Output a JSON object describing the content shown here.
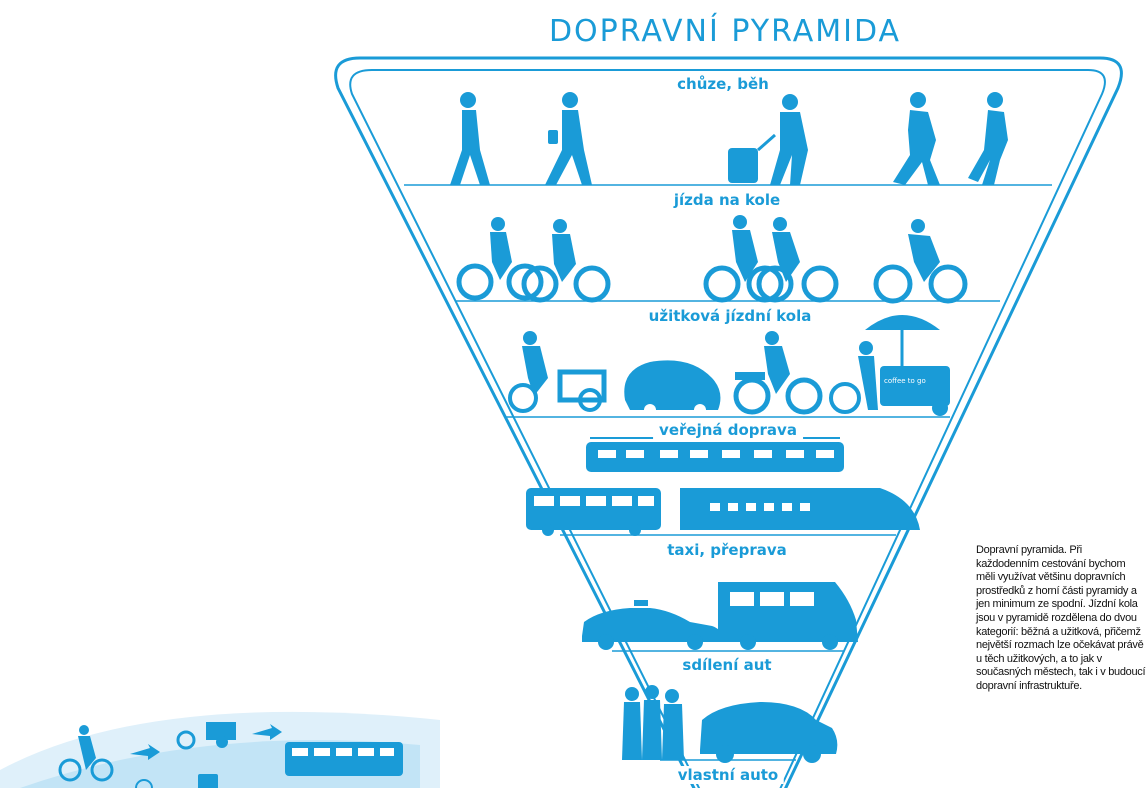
{
  "title": "DOPRAVNÍ PYRAMIDA",
  "accent_color": "#1a9bd7",
  "tiers": [
    {
      "label": "chůze, běh",
      "icons": [
        "walking-person-icon",
        "walking-person-with-bag-icon",
        "person-with-suitcase-icon",
        "running-man-icon",
        "running-woman-icon"
      ]
    },
    {
      "label": "jízda na kole",
      "icons": [
        "cyclist-icon",
        "cyclist-icon",
        "cyclist-icon",
        "cyclist-icon",
        "cyclist-icon"
      ]
    },
    {
      "label": "užitková jízdní kola",
      "icons": [
        "cargo-bike-icon",
        "velomobile-icon",
        "utility-bike-icon",
        "coffee-bike-cart-icon"
      ]
    },
    {
      "label": "veřejná doprava",
      "icons": [
        "tram-icon",
        "bus-icon",
        "train-icon"
      ],
      "sticker_text": "coffee to go"
    },
    {
      "label": "taxi, přeprava",
      "icons": [
        "taxi-car-icon",
        "van-icon"
      ]
    },
    {
      "label": "sdílení aut",
      "icons": [
        "people-group-icon",
        "shared-car-icon"
      ]
    },
    {
      "label": "vlastní auto",
      "icons": []
    }
  ],
  "caption": "Dopravní pyramida. Při každodenním cestování bychom měli využívat většinu dopravních prostředků z horní části pyramidy a jen minimum ze spodní. Jízdní kola jsou v pyramidě rozdělena do dvou kategorií: běžná a užitková, přičemž největší rozmach lze očekávat právě u těch užitkových, a to jak v současných městech, tak i v budoucí dopravní infrastruktuře."
}
